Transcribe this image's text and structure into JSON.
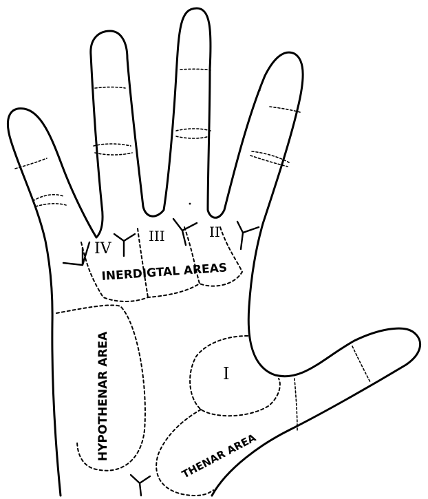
{
  "diagram": {
    "labels": {
      "interdigital": "INERDIGTAL AREAS",
      "hypothenar": "HYPOTHENAR AREA",
      "thenar": "THENAR AREA"
    },
    "numerals": {
      "i": "I",
      "ii": "II",
      "iii": "III",
      "iv": "IV"
    },
    "colors": {
      "ink": "#000000",
      "paper": "#ffffff"
    }
  }
}
